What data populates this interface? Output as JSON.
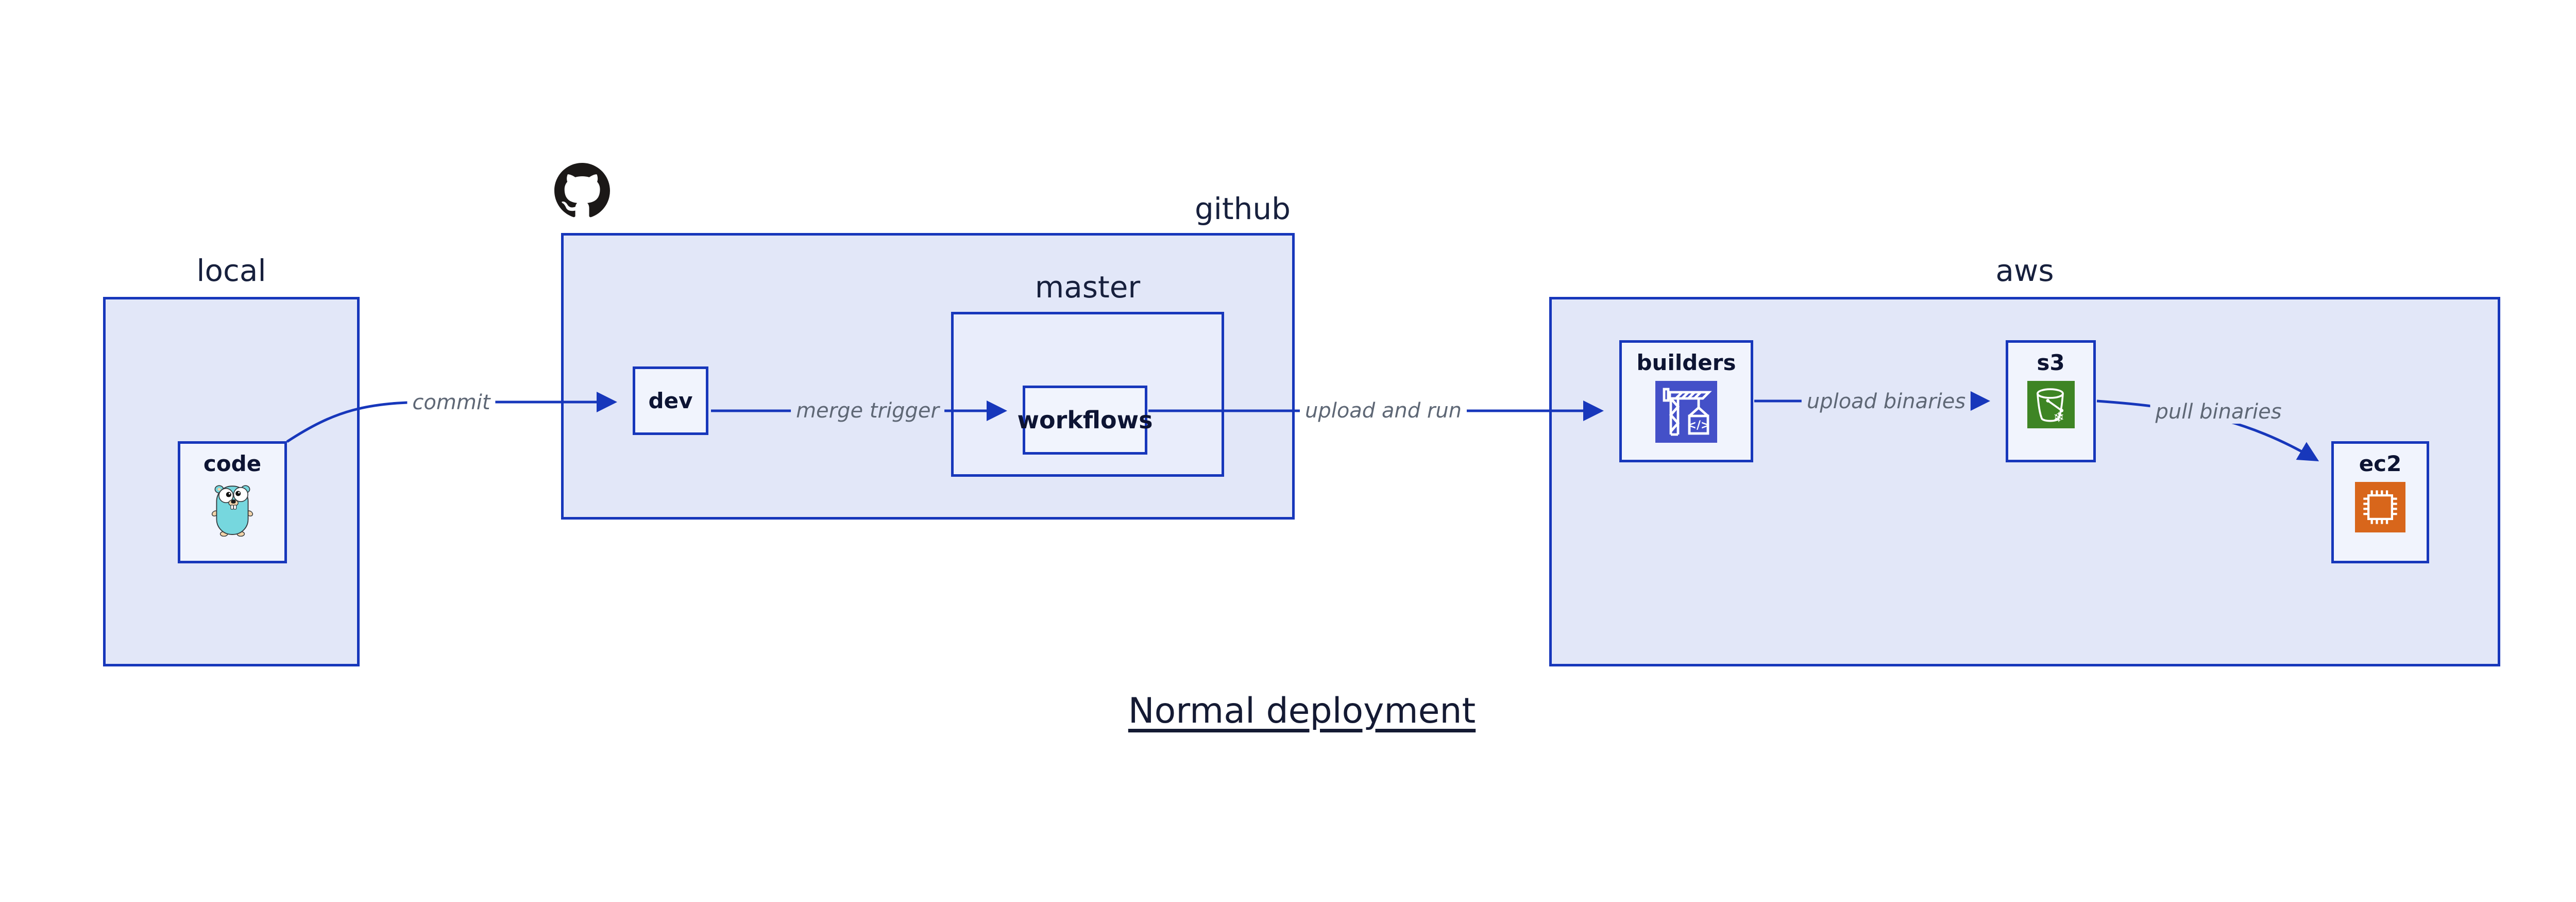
{
  "diagram_title": "Normal deployment",
  "containers": {
    "local": {
      "title": "local"
    },
    "github": {
      "title": "github"
    },
    "master": {
      "title": "master"
    },
    "aws": {
      "title": "aws"
    }
  },
  "nodes": {
    "code": {
      "label": "code",
      "icon": "go-gopher-icon"
    },
    "dev": {
      "label": "dev"
    },
    "workflows": {
      "label": "workflows"
    },
    "builders": {
      "label": "builders",
      "icon": "crane-icon",
      "icon_glyph": "</>",
      "icon_bg": "#4450c8"
    },
    "s3": {
      "label": "s3",
      "icon": "s3-bucket-icon",
      "icon_glyph": "❄",
      "icon_bg": "#3e8524"
    },
    "ec2": {
      "label": "ec2",
      "icon": "ec2-chip-icon",
      "icon_bg": "#d8661b"
    }
  },
  "edges": {
    "commit": {
      "label": "commit"
    },
    "merge_trigger": {
      "label": "merge trigger"
    },
    "upload_and_run": {
      "label": "upload and run"
    },
    "upload_binaries": {
      "label": "upload binaries"
    },
    "pull_binaries": {
      "label": "pull binaries"
    }
  },
  "logos": {
    "github_mark": "octocat-icon"
  },
  "colors": {
    "line_blue": "#1737bb",
    "container_fill": "#e2e7f8",
    "master_fill": "#e9edfb",
    "node_fill": "#f1f4fd",
    "edge_label_gray": "#5e6775",
    "title_navy": "#141a33",
    "octocat_black": "#1b1817",
    "builders_indigo": "#4450c8",
    "s3_green": "#3e8524",
    "ec2_orange": "#d8661b",
    "gopher_teal": "#76d7de"
  }
}
